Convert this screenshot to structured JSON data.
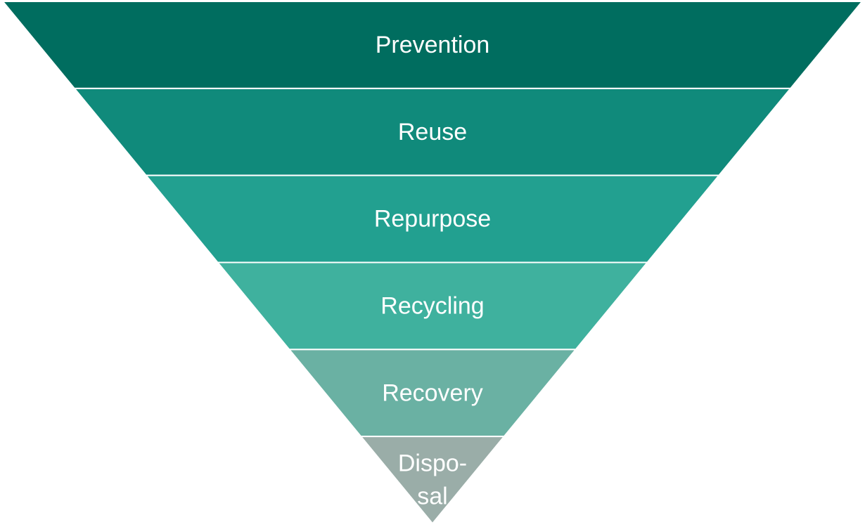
{
  "tiers": [
    {
      "label_lines": [
        "Prevention"
      ],
      "color": "#006D5F"
    },
    {
      "label_lines": [
        "Reuse"
      ],
      "color": "#108A7B"
    },
    {
      "label_lines": [
        "Repurpose"
      ],
      "color": "#22A090"
    },
    {
      "label_lines": [
        "Recycling"
      ],
      "color": "#3FB19E"
    },
    {
      "label_lines": [
        "Recovery"
      ],
      "color": "#6AB1A3"
    },
    {
      "label_lines": [
        "Dispo-",
        "sal"
      ],
      "color": "#9AADA8"
    }
  ]
}
